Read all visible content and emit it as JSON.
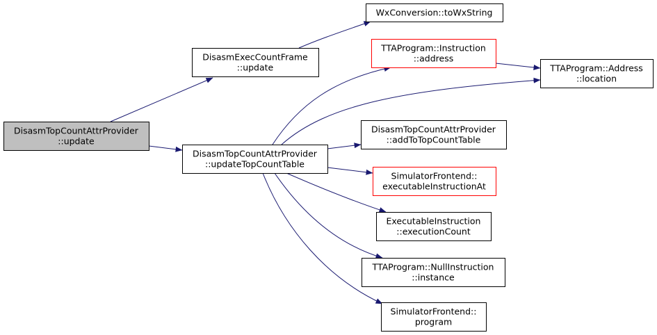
{
  "colors": {
    "edge": "#191970",
    "node_border": "#000000",
    "node_fill": "#ffffff",
    "root_fill": "#bfbfbf",
    "external_border": "#ff0000"
  },
  "nodes": [
    {
      "id": "root",
      "lines": [
        "DisasmTopCountAttrProvider",
        "::update"
      ],
      "style": "root"
    },
    {
      "id": "exec_update",
      "lines": [
        "DisasmExecCountFrame",
        "::update"
      ],
      "style": "normal"
    },
    {
      "id": "update_table",
      "lines": [
        "DisasmTopCountAttrProvider",
        "::updateTopCountTable"
      ],
      "style": "normal"
    },
    {
      "id": "wx_conv",
      "lines": [
        "WxConversion::toWxString"
      ],
      "style": "normal"
    },
    {
      "id": "instr_address",
      "lines": [
        "TTAProgram::Instruction",
        "::address"
      ],
      "style": "external"
    },
    {
      "id": "addr_location",
      "lines": [
        "TTAProgram::Address",
        "::location"
      ],
      "style": "normal"
    },
    {
      "id": "add_top",
      "lines": [
        "DisasmTopCountAttrProvider",
        "::addToTopCountTable"
      ],
      "style": "normal"
    },
    {
      "id": "exec_instr_at",
      "lines": [
        "SimulatorFrontend::",
        "executableInstructionAt"
      ],
      "style": "external"
    },
    {
      "id": "exec_count",
      "lines": [
        "ExecutableInstruction",
        "::executionCount"
      ],
      "style": "normal"
    },
    {
      "id": "null_instr",
      "lines": [
        "TTAProgram::NullInstruction",
        "::instance"
      ],
      "style": "normal"
    },
    {
      "id": "sim_program",
      "lines": [
        "SimulatorFrontend::",
        "program"
      ],
      "style": "normal"
    }
  ],
  "edges": [
    {
      "from": "root",
      "to": "exec_update"
    },
    {
      "from": "root",
      "to": "update_table"
    },
    {
      "from": "exec_update",
      "to": "wx_conv"
    },
    {
      "from": "update_table",
      "to": "instr_address"
    },
    {
      "from": "update_table",
      "to": "addr_location"
    },
    {
      "from": "update_table",
      "to": "add_top"
    },
    {
      "from": "update_table",
      "to": "exec_instr_at"
    },
    {
      "from": "update_table",
      "to": "exec_count"
    },
    {
      "from": "update_table",
      "to": "null_instr"
    },
    {
      "from": "update_table",
      "to": "sim_program"
    },
    {
      "from": "instr_address",
      "to": "addr_location"
    }
  ]
}
